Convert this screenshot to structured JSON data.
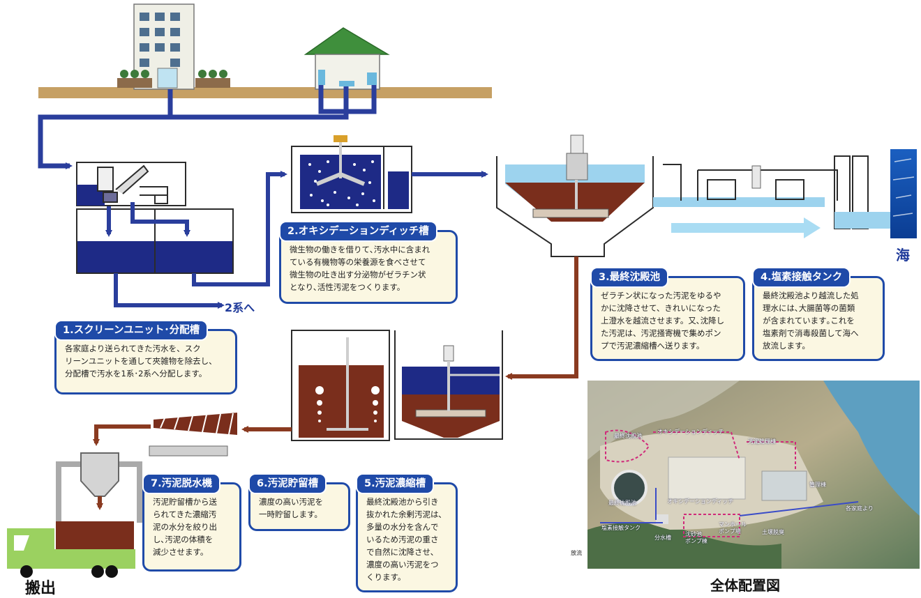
{
  "steps": [
    {
      "title": "1.スクリーンユニット･分配槽",
      "body": "各家庭より送られてきた汚水を、スク\nリーンユニットを通して夾雑物を除去し、\n分配槽で汚水を1系･2系へ分配します。"
    },
    {
      "title": "2.オキシデーションディッチ槽",
      "body": "微生物の働きを借りて､汚水中に含まれ\nている有機物等の栄養源を食べさせて\n微生物の吐き出す分泌物がゼラチン状\nとなり､活性汚泥をつくります。"
    },
    {
      "title": "3.最終沈殿池",
      "body": "ゼラチン状になった汚泥をゆるや\nかに沈降させて、きれいになった\n上澄水を越流させます。又､沈降し\nた汚泥は、汚泥掻寄機で集めポン\nプで汚泥濃縮槽へ送ります。"
    },
    {
      "title": "4.塩素接触タンク",
      "body": "最終沈殿池より越流した処\n理水には､大腸菌等の菌類\nが含まれています｡これを\n塩素剤で消毒殺菌して海へ\n放流します。"
    },
    {
      "title": "5.汚泥濃縮槽",
      "body": "最終沈殿池から引き\n抜かれた余剰汚泥は､\n多量の水分を含んで\nいるため汚泥の重さ\nで自然に沈降させ､\n濃度の高い汚泥をつ\nくります。"
    },
    {
      "title": "6.汚泥貯留槽",
      "body": "濃度の高い汚泥を\n一時貯留します。"
    },
    {
      "title": "7.汚泥脱水機",
      "body": "汚泥貯留槽から送\nられてきた濃縮汚\n泥の水分を絞り出\nし､汚泥の体積を\n減少させます。"
    }
  ],
  "labels": {
    "to_series2": "2系へ",
    "sea": "海",
    "carry_out": "搬出",
    "layout_caption": "全体配置図"
  },
  "photo_labels": {
    "final_settling_top": "最終沈殿池",
    "od_top": "オキシデーションディッチ",
    "sludge_building": "汚泥処理棟",
    "final_settling": "最終沈殿池",
    "od": "オキシデーションディッチ",
    "admin_building": "管理棟",
    "from_homes": "各家庭より",
    "chlorine_tank": "塩素接触タンク",
    "distribution_tank": "分水槽",
    "grit_pump": "沈砂池\nポンプ棟",
    "manhole_pump": "マンホール\nポンプ場",
    "soil_deodorizer": "土壌脱臭",
    "discharge": "放流"
  },
  "colors": {
    "pipe_blue": "#2a3e9c",
    "pipe_brown": "#8a3a20",
    "water_navy": "#1e2a86",
    "sludge_brown": "#7a2e1c",
    "light_blue": "#9dd3ee",
    "ground": "#c6a064",
    "card_fill": "#fbf7e2",
    "card_border": "#1f4aa8"
  }
}
